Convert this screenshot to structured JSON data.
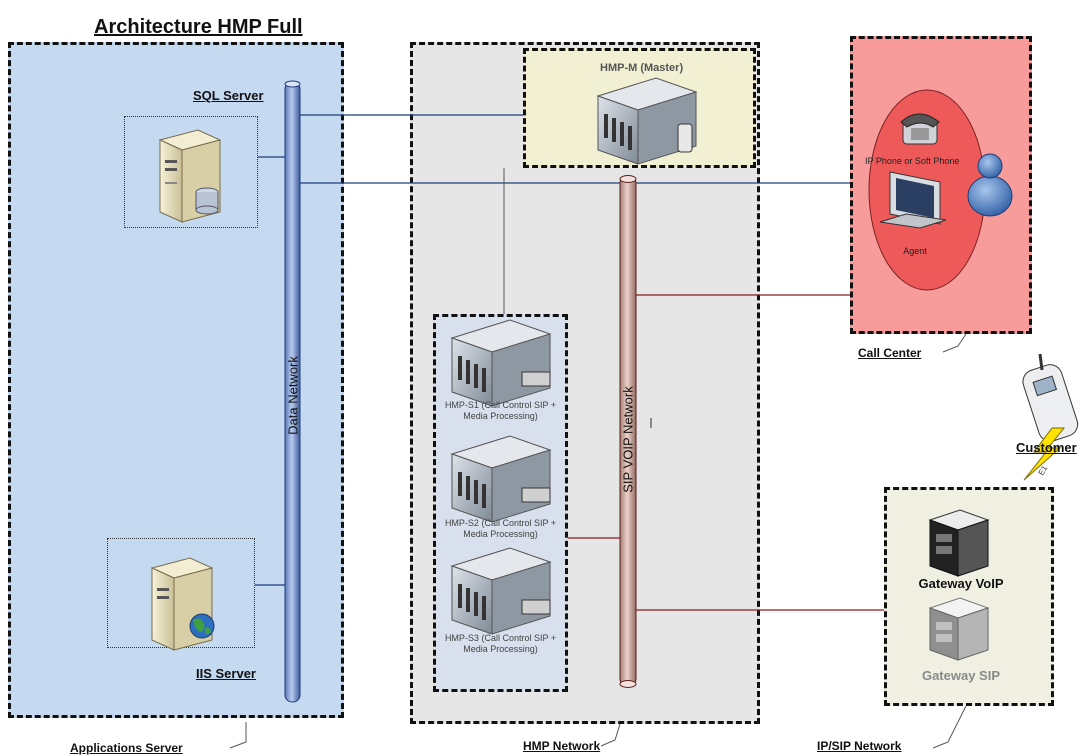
{
  "title": "Architecture HMP Full",
  "regions": {
    "applications": {
      "label": "Applications Server",
      "sql_label": "SQL Server",
      "iis_label": "IIS Server",
      "backbone_label": "Data Network"
    },
    "hmp": {
      "label": "HMP Network",
      "master_label": "HMP-M (Master)",
      "backbone_label": "SIP VOIP Network",
      "slaves": [
        {
          "label": "HMP-S1 (Call Control SIP + Media Processing)"
        },
        {
          "label": "HMP-S2 (Call Control SIP + Media Processing)"
        },
        {
          "label": "HMP-S3 (Call Control SIP + Media Processing)"
        }
      ]
    },
    "call_center": {
      "label": "Call Center",
      "phone_label": "IP Phone  or Soft Phone",
      "agent_label": "Agent"
    },
    "ipsip": {
      "label": "IP/SIP Network",
      "gateway_voip": "Gateway VoIP",
      "gateway_sip": "Gateway SIP"
    },
    "customer": {
      "label": "Customer",
      "link_label": "E1"
    }
  },
  "colors": {
    "app_bg": "#c5d9f1",
    "hmp_bg": "#e6e6e6",
    "master_bg": "#f2f0d2",
    "slaves_bg": "#d7e0ec",
    "callcenter_bg": "#f79b9b",
    "oval_bg": "#ef5555",
    "ipsip_bg": "#f0f0e2",
    "data_line": "#1f3c7a",
    "sip_line": "#8b1a1a"
  }
}
